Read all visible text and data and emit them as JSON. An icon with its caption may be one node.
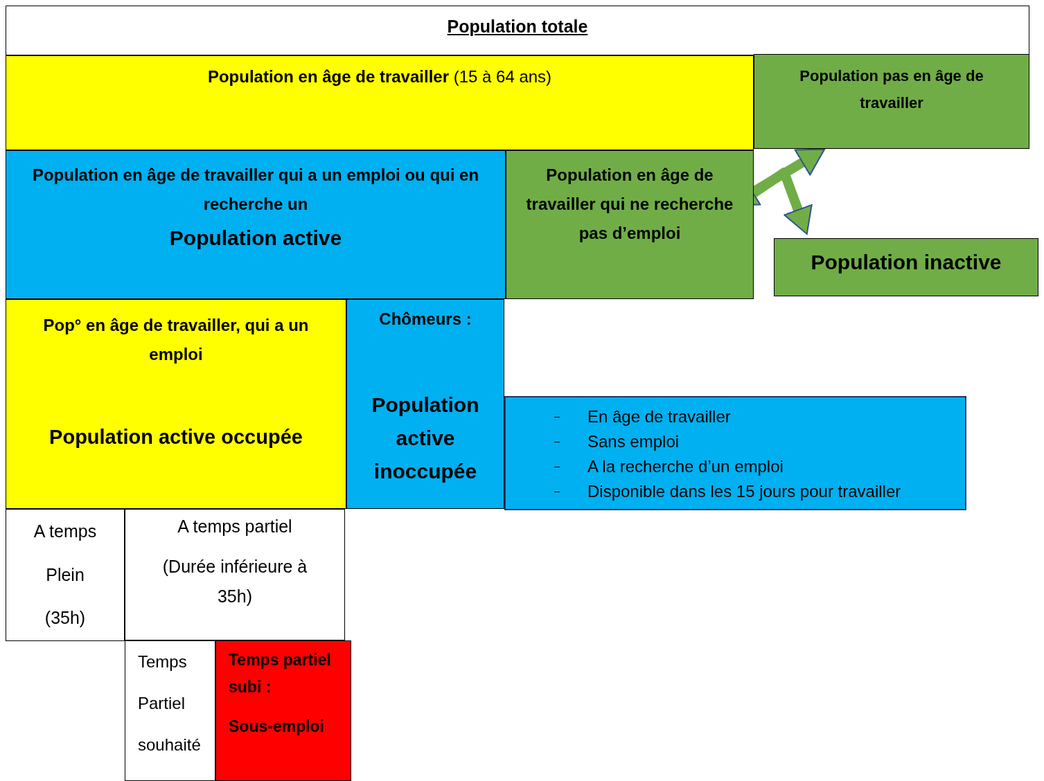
{
  "diagram": {
    "nodes": [
      {
        "text": [
          "Population totale"
        ]
      },
      {
        "text": [
          "**Population en âge de travailler** (15 à 64 ans)"
        ]
      },
      {
        "text": [
          "Population pas en âge de travailler"
        ]
      },
      {
        "text": [
          "Population en âge de travailler qui a un emploi ou qui en recherche un",
          "Population active"
        ]
      },
      {
        "text": [
          "Population en âge de travailler qui ne recherche pas d’emploi"
        ]
      },
      {
        "text": [
          "Population inactive"
        ]
      },
      {
        "text": [
          "Pop° en âge de travailler, qui a un emploi",
          "Population active occupée"
        ]
      },
      {
        "text": [
          "Chômeurs :",
          "Population active inoccupée"
        ]
      },
      {
        "text": [
          "En âge de travailler",
          "Sans emploi",
          "A la recherche d’un emploi",
          "Disponible dans les 15 jours pour travailler"
        ]
      },
      {
        "text": [
          "A temps Plein (35h)"
        ]
      },
      {
        "text": [
          "A temps partiel",
          "(Durée inférieure à 35h)"
        ]
      },
      {
        "text": [
          "Temps Partiel souhaité"
        ]
      },
      {
        "text": [
          "Temps partiel subi :",
          "Sous-emploi"
        ]
      }
    ],
    "edges": [
      {
        "from": 4,
        "to": 2,
        "arrow": "both"
      },
      {
        "from": 4,
        "to": 5,
        "arrow": "to"
      }
    ]
  }
}
